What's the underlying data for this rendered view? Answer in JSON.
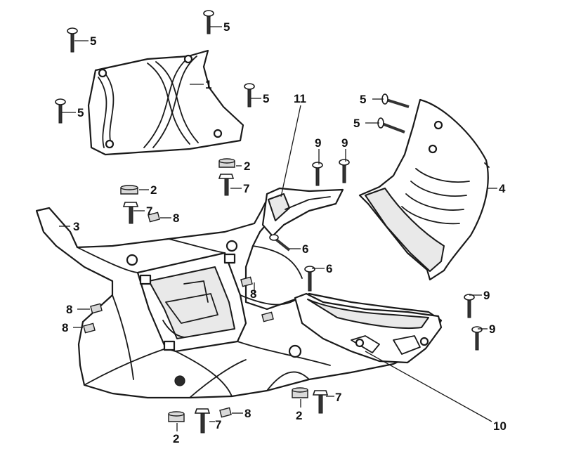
{
  "diagram": {
    "callouts": [
      {
        "id": "c1",
        "label": "1"
      },
      {
        "id": "c2a",
        "label": "2"
      },
      {
        "id": "c2b",
        "label": "2"
      },
      {
        "id": "c2c",
        "label": "2"
      },
      {
        "id": "c2d",
        "label": "2"
      },
      {
        "id": "c3",
        "label": "3"
      },
      {
        "id": "c4",
        "label": "4"
      },
      {
        "id": "c5a",
        "label": "5"
      },
      {
        "id": "c5b",
        "label": "5"
      },
      {
        "id": "c5c",
        "label": "5"
      },
      {
        "id": "c5d",
        "label": "5"
      },
      {
        "id": "c5e",
        "label": "5"
      },
      {
        "id": "c5f",
        "label": "5"
      },
      {
        "id": "c6a",
        "label": "6"
      },
      {
        "id": "c6b",
        "label": "6"
      },
      {
        "id": "c7a",
        "label": "7"
      },
      {
        "id": "c7b",
        "label": "7"
      },
      {
        "id": "c7c",
        "label": "7"
      },
      {
        "id": "c7d",
        "label": "7"
      },
      {
        "id": "c8a",
        "label": "8"
      },
      {
        "id": "c8b",
        "label": "8"
      },
      {
        "id": "c8c",
        "label": "8"
      },
      {
        "id": "c8d",
        "label": "8"
      },
      {
        "id": "c8e",
        "label": "8"
      },
      {
        "id": "c9a",
        "label": "9"
      },
      {
        "id": "c9b",
        "label": "9"
      },
      {
        "id": "c9c",
        "label": "9"
      },
      {
        "id": "c9d",
        "label": "9"
      },
      {
        "id": "c10",
        "label": "10"
      },
      {
        "id": "c11",
        "label": "11"
      }
    ]
  }
}
